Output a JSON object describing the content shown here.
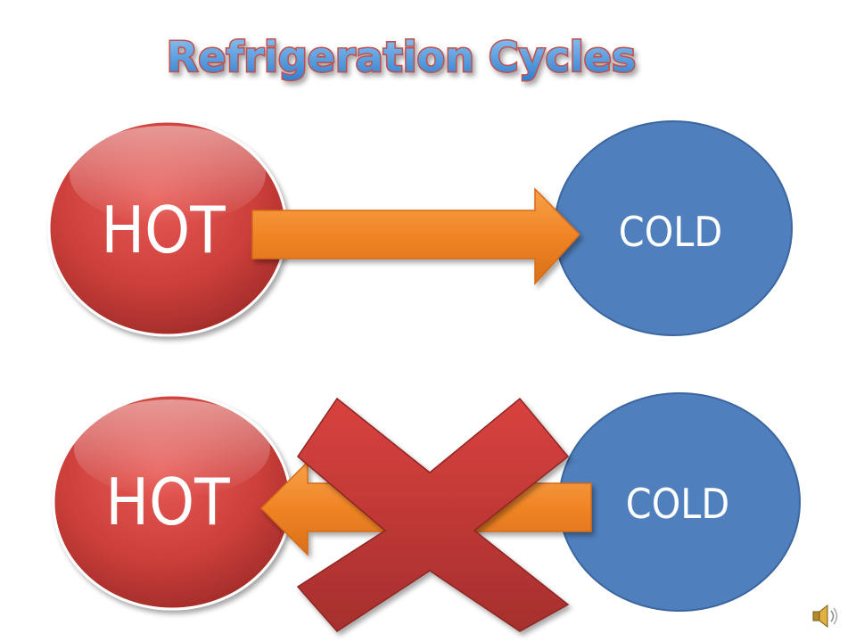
{
  "slide": {
    "title": "Refrigeration Cycles"
  },
  "top_row": {
    "hot_label": "HOT",
    "cold_label": "COLD"
  },
  "bottom_row": {
    "hot_label": "HOT",
    "cold_label": "COLD"
  },
  "colors": {
    "hot": "#c23a38",
    "cold": "#4f7fbc",
    "arrow": "#f28a2a",
    "cross": "#c0393a",
    "title_fill": "#5aa0e0",
    "title_outline": "#c0504d"
  },
  "icons": {
    "speaker": "speaker-icon"
  }
}
